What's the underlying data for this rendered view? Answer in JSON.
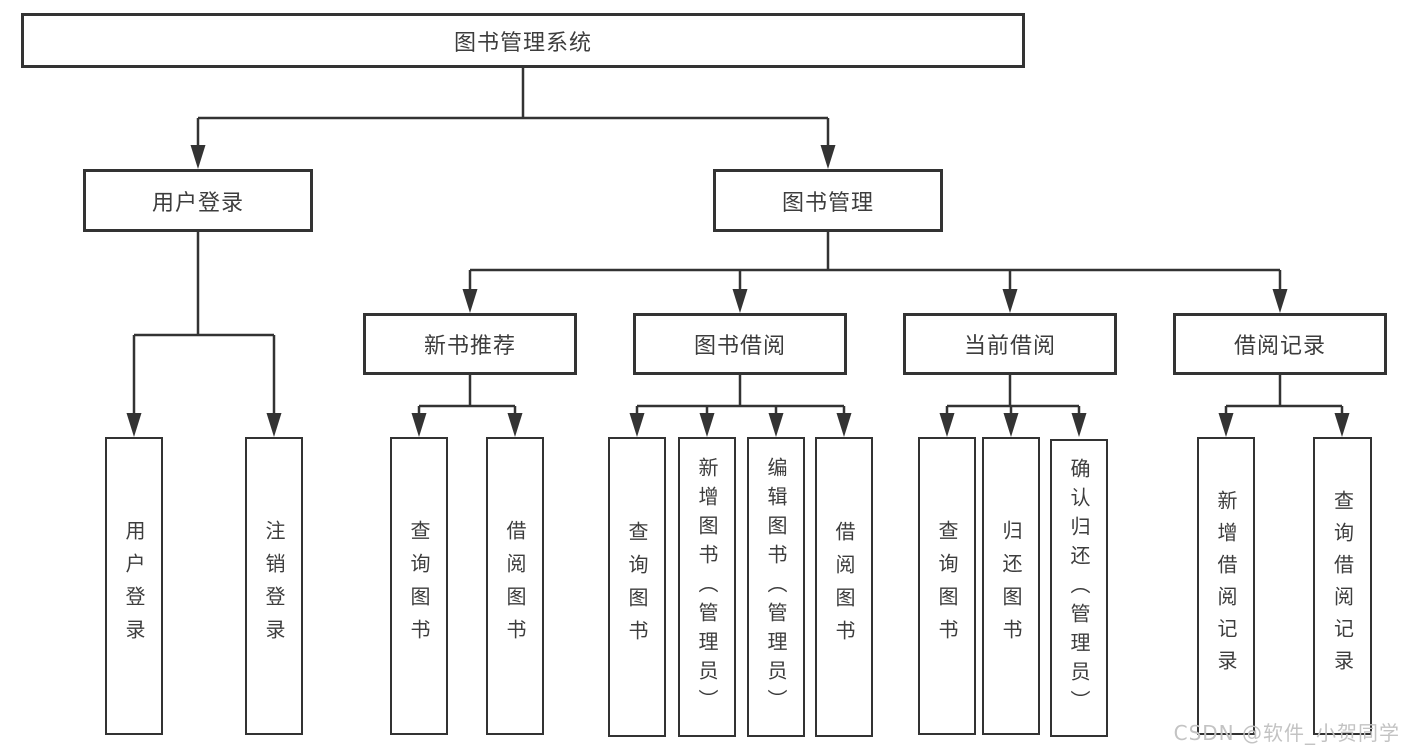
{
  "diagram": {
    "type": "hierarchy-tree",
    "title": "图书管理系统",
    "watermark": "CSDN @软件_小贺同学",
    "nodes": {
      "root": {
        "label": "图书管理系统"
      },
      "user_login": {
        "label": "用户登录"
      },
      "book_mgmt": {
        "label": "图书管理"
      },
      "new_book_rec": {
        "label": "新书推荐"
      },
      "book_borrow": {
        "label": "图书借阅"
      },
      "current_borrow": {
        "label": "当前借阅"
      },
      "borrow_records": {
        "label": "借阅记录"
      },
      "leaf_user_login": {
        "label": "用户登录"
      },
      "leaf_logout": {
        "label": "注销登录"
      },
      "leaf_rec_query": {
        "label": "查询图书"
      },
      "leaf_rec_borrow": {
        "label": "借阅图书"
      },
      "leaf_bb_query": {
        "label": "查询图书"
      },
      "leaf_bb_add": {
        "label": "新增图书（管理员）"
      },
      "leaf_bb_edit": {
        "label": "编辑图书（管理员）"
      },
      "leaf_bb_borrow": {
        "label": "借阅图书"
      },
      "leaf_cb_query": {
        "label": "查询图书"
      },
      "leaf_cb_return": {
        "label": "归还图书"
      },
      "leaf_cb_confirm": {
        "label": "确认归还（管理员）"
      },
      "leaf_br_add": {
        "label": "新增借阅记录"
      },
      "leaf_br_query": {
        "label": "查询借阅记录"
      }
    },
    "hierarchy": {
      "root": [
        "user_login",
        "book_mgmt"
      ],
      "user_login": [
        "leaf_user_login",
        "leaf_logout"
      ],
      "book_mgmt": [
        "new_book_rec",
        "book_borrow",
        "current_borrow",
        "borrow_records"
      ],
      "new_book_rec": [
        "leaf_rec_query",
        "leaf_rec_borrow"
      ],
      "book_borrow": [
        "leaf_bb_query",
        "leaf_bb_add",
        "leaf_bb_edit",
        "leaf_bb_borrow"
      ],
      "current_borrow": [
        "leaf_cb_query",
        "leaf_cb_return",
        "leaf_cb_confirm"
      ],
      "borrow_records": [
        "leaf_br_add",
        "leaf_br_query"
      ]
    },
    "colors": {
      "line": "#333333",
      "box_border": "#333333",
      "text": "#3d3d3d",
      "watermark": "#c3c3c3",
      "background": "#ffffff"
    }
  }
}
